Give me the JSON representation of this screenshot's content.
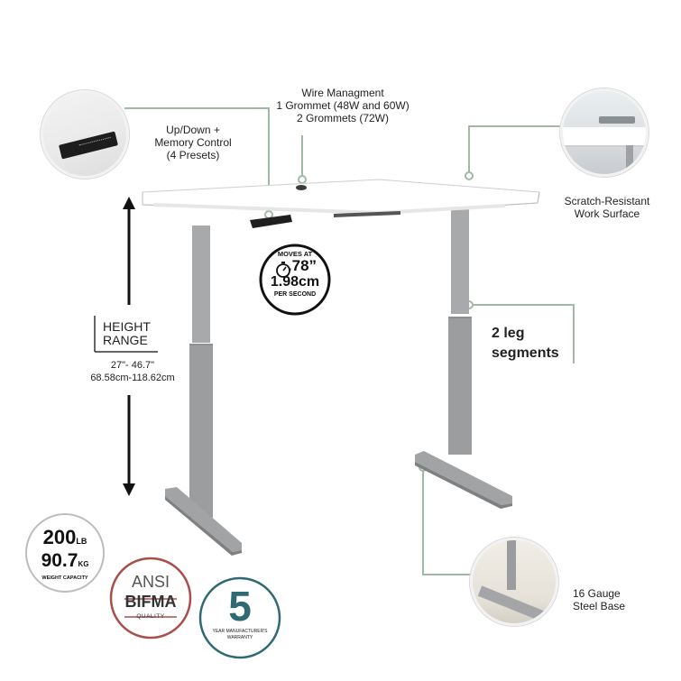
{
  "callouts": {
    "wire_title": "Wire Managment",
    "wire_line1": "1 Grommet (48W and 60W)",
    "wire_line2": "2 Grommets (72W)",
    "control_line1": "Up/Down +",
    "control_line2": "Memory Control",
    "control_line3": "(4 Presets)",
    "surface_line1": "Scratch-Resistant",
    "surface_line2": "Work Surface",
    "legs_line1": "2 leg",
    "legs_line2": "segments",
    "base_line1": "16 Gauge",
    "base_line2": "Steel Base"
  },
  "height": {
    "label_line1": "HEIGHT",
    "label_line2": "RANGE",
    "inches": "27\"- 46.7\"",
    "cm": "68.58cm-118.62cm"
  },
  "speed": {
    "top": "MOVES AT",
    "inches": ".78”",
    "cm": "1.98cm",
    "bottom": "PER SECOND"
  },
  "weight": {
    "lb_value": "200",
    "lb_unit": "LB",
    "kg_value": "90.7",
    "kg_unit": "KG",
    "caption": "WEIGHT CAPACITY"
  },
  "ansi": {
    "line1": "ANSI",
    "line2": "BIFMA",
    "caption": "QUALITY"
  },
  "warranty": {
    "number": "5",
    "line1": "YEAR MANUFACTURER'S",
    "line2": "WARRANTY"
  },
  "colors": {
    "accent_green": "#9fb9a4",
    "leg_gray": "#a8a9ab",
    "ansi_red": "#a84f47",
    "warranty_teal": "#2f6a73"
  }
}
